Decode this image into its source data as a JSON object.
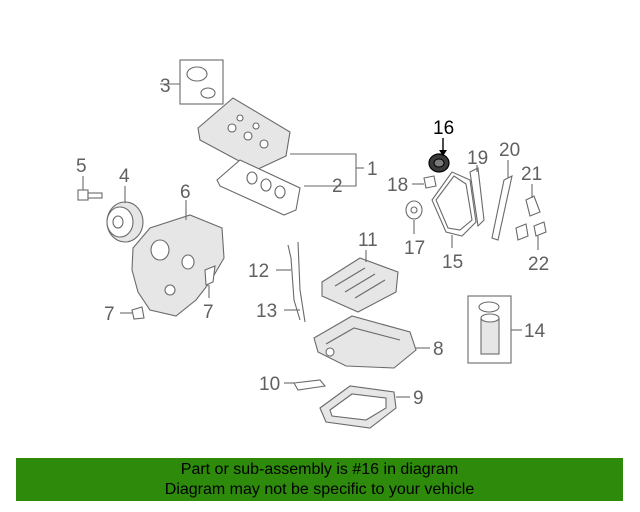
{
  "callouts": {
    "c1": "1",
    "c2": "2",
    "c3": "3",
    "c4": "4",
    "c5": "5",
    "c6": "6",
    "c7a": "7",
    "c7b": "7",
    "c8": "8",
    "c9": "9",
    "c10": "10",
    "c11": "11",
    "c12": "12",
    "c13": "13",
    "c14": "14",
    "c15": "15",
    "c16": "16",
    "c17": "17",
    "c18": "18",
    "c19": "19",
    "c20": "20",
    "c21": "21",
    "c22": "22"
  },
  "highlight": {
    "callout": "16",
    "color": "#000000"
  },
  "banner": {
    "line1": "Part or sub-assembly is #16 in diagram",
    "line2": "Diagram may not be specific to your vehicle",
    "background": "#2d8a0b"
  }
}
